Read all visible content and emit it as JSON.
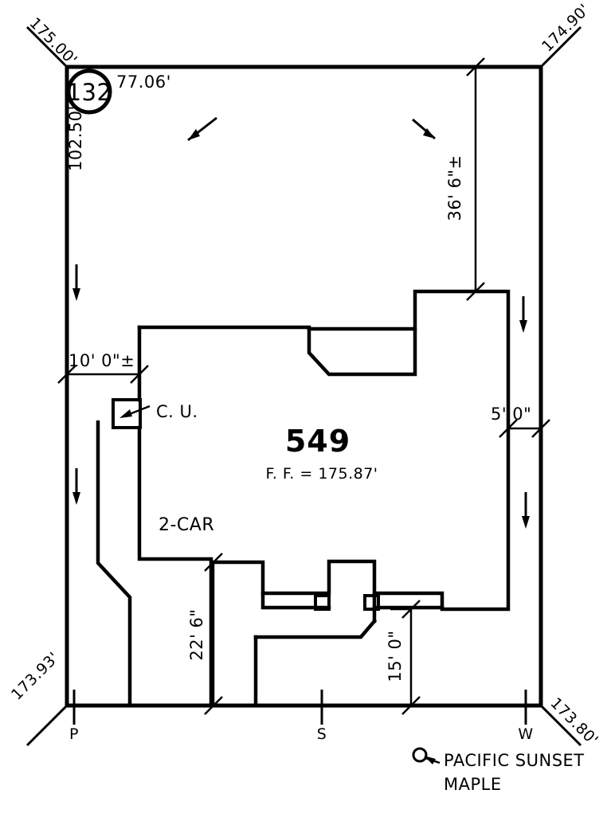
{
  "drawing": {
    "type": "residential-site-plan",
    "lot_number": "132",
    "house_number": "549",
    "finish_floor": "F. F. = 175.87'",
    "garage_label": "2-CAR",
    "cleanout_label": "C. U."
  },
  "boundary_dimensions": {
    "top_left_corner": "175.00'",
    "top_edge": "77.06'",
    "top_right_corner": "174.90'",
    "left_edge": "102.50'",
    "bottom_left_corner": "173.93'",
    "bottom_right_corner": "173.80'"
  },
  "setbacks": [
    {
      "name": "rear-setback",
      "value": "36' 6\"±"
    },
    {
      "name": "left-front-setback",
      "value": "10' 0\"±"
    },
    {
      "name": "right-side-setback",
      "value": "5' 0\""
    },
    {
      "name": "garage-setback",
      "value": "22' 6\""
    },
    {
      "name": "front-setback",
      "value": "15' 0\""
    }
  ],
  "utility_markers": [
    {
      "name": "power-marker",
      "label": "P"
    },
    {
      "name": "sewer-marker",
      "label": "S"
    },
    {
      "name": "water-marker",
      "label": "W"
    }
  ],
  "legend": {
    "tree_line_1": "PACIFIC SUNSET",
    "tree_line_2": "MAPLE"
  },
  "colors": {
    "line": "#000000",
    "background": "#ffffff"
  }
}
